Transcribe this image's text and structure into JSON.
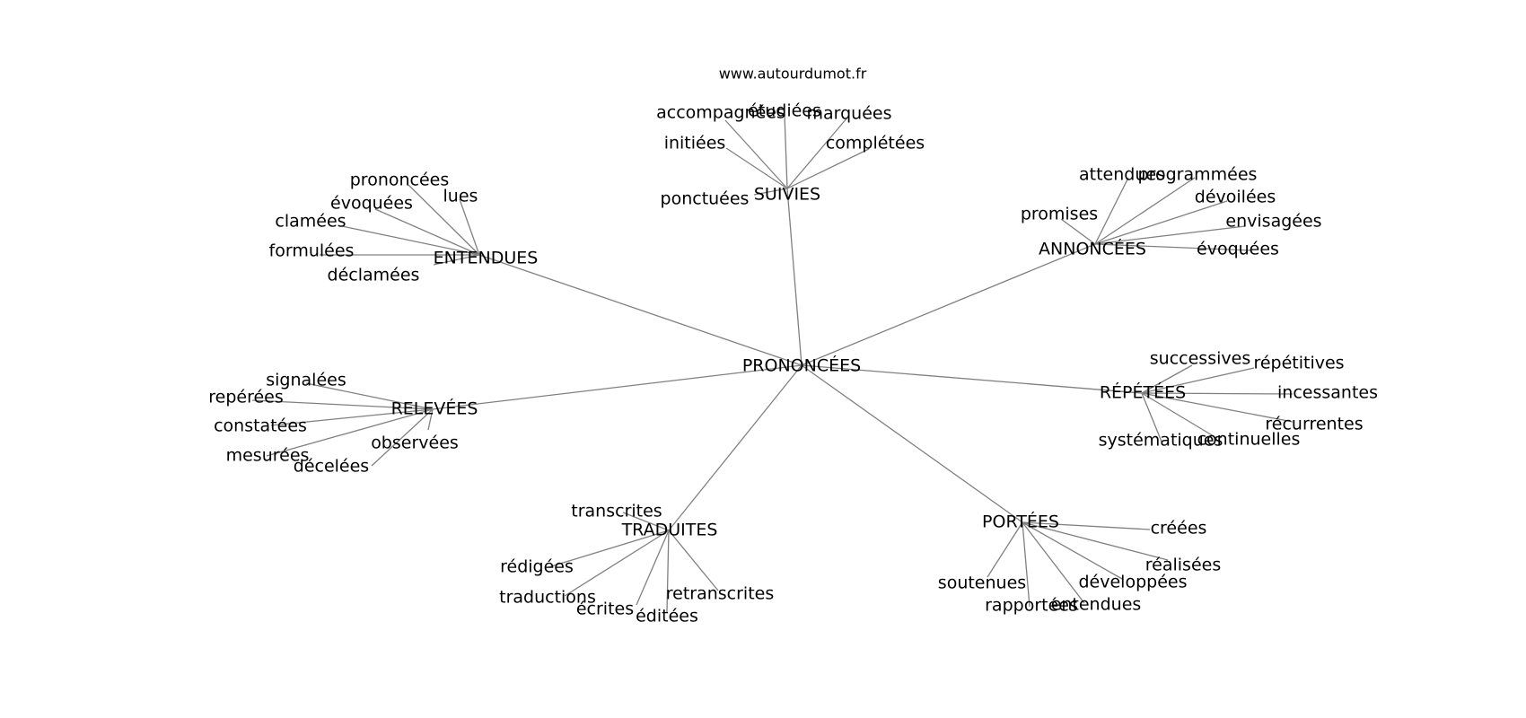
{
  "site": "www.autourdumot.fr",
  "root": "PRONONCÉES",
  "groups": [
    {
      "label": "SUIVIES",
      "leaves": [
        "accompagnées",
        "étudiées",
        "marquées",
        "initiées",
        "complétées",
        "ponctuées"
      ]
    },
    {
      "label": "ENTENDUES",
      "leaves": [
        "prononcées",
        "lues",
        "évoquées",
        "clamées",
        "formulées",
        "déclamées"
      ]
    },
    {
      "label": "ANNONCÉES",
      "leaves": [
        "attendues",
        "programmées",
        "dévoilées",
        "promises",
        "envisagées",
        "évoquées"
      ]
    },
    {
      "label": "RELEVÉES",
      "leaves": [
        "signalées",
        "repérées",
        "constatées",
        "mesurées",
        "décelées",
        "observées"
      ]
    },
    {
      "label": "RÉPÉTÉES",
      "leaves": [
        "successives",
        "répétitives",
        "incessantes",
        "récurrentes",
        "systématiques",
        "continuelles"
      ]
    },
    {
      "label": "TRADUITES",
      "leaves": [
        "transcrites",
        "rédigées",
        "traductions",
        "écrites",
        "éditées",
        "retranscrites"
      ]
    },
    {
      "label": "PORTÉES",
      "leaves": [
        "créées",
        "réalisées",
        "développées",
        "soutenues",
        "rapportées",
        "entendues"
      ]
    }
  ]
}
